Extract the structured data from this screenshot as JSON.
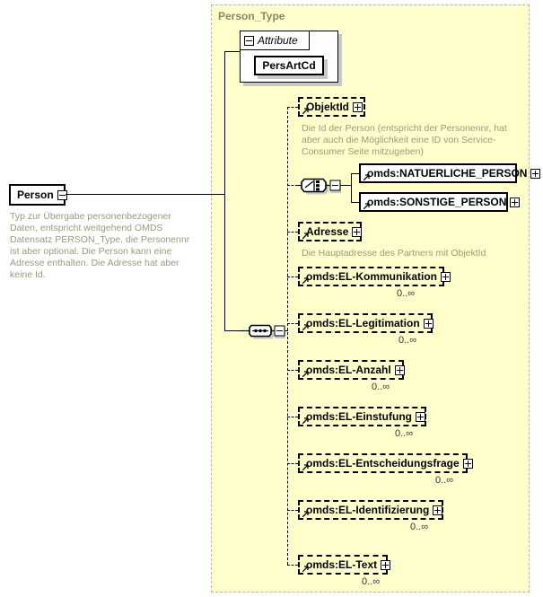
{
  "diagram": {
    "title": "Person element XSD diagram",
    "root": {
      "name": "Person",
      "expander": "minus-icon",
      "doc": "Typ zur Übergabe personenbezogener Daten, entspricht weitgehend OMDS Datensatz PERSON_Type, die Personennr ist aber optional. Die Person kann eine Adresse enthalten. Die Adresse hat aber keine Id."
    },
    "type_container": {
      "label": "Person_Type"
    },
    "attribute_group": {
      "label": "Attribute",
      "expander": "minus-icon",
      "attributes": [
        {
          "name": "PersArtCd"
        }
      ]
    },
    "compositors": {
      "sequence": "sequence-icon",
      "choice": "choice-icon",
      "choice_expander": "minus-icon",
      "sequence_expander": "minus-icon"
    },
    "children": [
      {
        "name": "ObjektId",
        "style": "dashed",
        "expander": "plus-icon",
        "doc": "Die Id der Person (entspricht der Personennr, hat aber auch die Möglichkeit eine ID von Service-Consumer Seite mitzugeben)",
        "cardinality": ""
      },
      {
        "name": "omds:NATUERLICHE_PERSON",
        "style": "solid",
        "expander": "plus-icon",
        "doc": "",
        "cardinality": ""
      },
      {
        "name": "omds:SONSTIGE_PERSON",
        "style": "solid",
        "expander": "plus-icon",
        "doc": "",
        "cardinality": ""
      },
      {
        "name": "Adresse",
        "style": "dashed",
        "expander": "plus-icon",
        "doc": "Die Hauptadresse des Partners mit ObjektId",
        "cardinality": ""
      },
      {
        "name": "omds:EL-Kommunikation",
        "style": "dashed",
        "expander": "plus-icon",
        "doc": "",
        "cardinality": "0..∞"
      },
      {
        "name": "omds:EL-Legitimation",
        "style": "dashed",
        "expander": "plus-icon",
        "doc": "",
        "cardinality": "0..∞"
      },
      {
        "name": "omds:EL-Anzahl",
        "style": "dashed",
        "expander": "plus-icon",
        "doc": "",
        "cardinality": "0..∞"
      },
      {
        "name": "omds:EL-Einstufung",
        "style": "dashed",
        "expander": "plus-icon",
        "doc": "",
        "cardinality": "0..∞"
      },
      {
        "name": "omds:EL-Entscheidungsfrage",
        "style": "dashed",
        "expander": "plus-icon",
        "doc": "",
        "cardinality": "0..∞"
      },
      {
        "name": "omds:EL-Identifizierung",
        "style": "dashed",
        "expander": "plus-icon",
        "doc": "",
        "cardinality": "0..∞"
      },
      {
        "name": "omds:EL-Text",
        "style": "dashed",
        "expander": "plus-icon",
        "doc": "",
        "cardinality": "0..∞"
      }
    ],
    "colors": {
      "container_fill": "#ffffcc",
      "container_border": "#b9b98a",
      "doc_text": "#9a9a7a",
      "type_label": "#888866",
      "node_border": "#000000",
      "shadow": "#c8c8c8"
    }
  }
}
